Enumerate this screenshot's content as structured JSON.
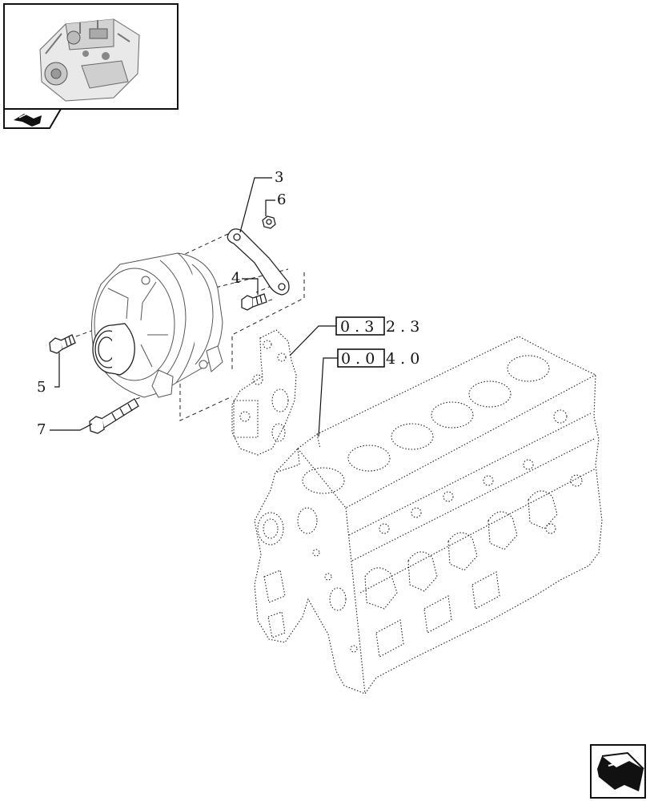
{
  "thumbnail": {
    "icon": "engine-thumbnail-icon"
  },
  "thumbnail_tab": {
    "icon": "book-arrow-icon"
  },
  "nav_button": {
    "icon": "previous-page-arrow-icon"
  },
  "callouts": {
    "c3": "3",
    "c4": "4",
    "c5": "5",
    "c6": "6",
    "c7": "7"
  },
  "references": {
    "ref1": {
      "boxed": "0 . 3",
      "rest": "2 . 3"
    },
    "ref2": {
      "boxed": "0 . 0",
      "rest": "4 . 0"
    }
  }
}
